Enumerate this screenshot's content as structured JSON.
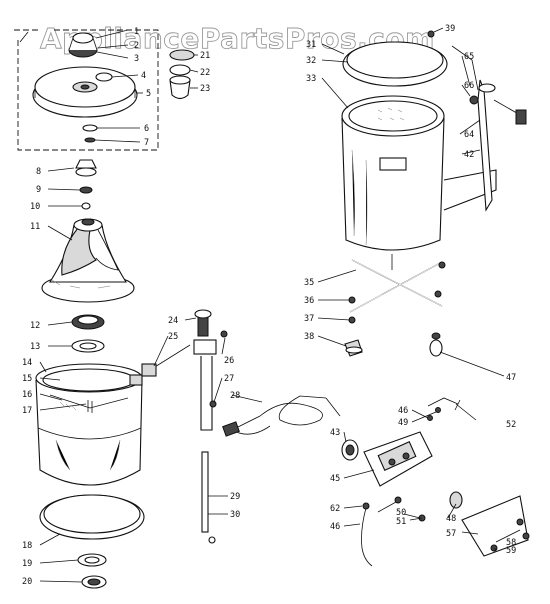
{
  "watermark": "AppliancePartsPros.com",
  "callouts": [
    {
      "id": "c1",
      "label": "1"
    },
    {
      "id": "c2",
      "label": "2"
    },
    {
      "id": "c3",
      "label": "3"
    },
    {
      "id": "c4",
      "label": "4"
    },
    {
      "id": "c5",
      "label": "5"
    },
    {
      "id": "c6",
      "label": "6"
    },
    {
      "id": "c7",
      "label": "7"
    },
    {
      "id": "c8",
      "label": "8"
    },
    {
      "id": "c9",
      "label": "9"
    },
    {
      "id": "c10",
      "label": "10"
    },
    {
      "id": "c11",
      "label": "11"
    },
    {
      "id": "c12",
      "label": "12"
    },
    {
      "id": "c13",
      "label": "13"
    },
    {
      "id": "c14",
      "label": "14"
    },
    {
      "id": "c15",
      "label": "15"
    },
    {
      "id": "c16",
      "label": "16"
    },
    {
      "id": "c17",
      "label": "17"
    },
    {
      "id": "c18",
      "label": "18"
    },
    {
      "id": "c19",
      "label": "19"
    },
    {
      "id": "c20",
      "label": "20"
    },
    {
      "id": "c21",
      "label": "21"
    },
    {
      "id": "c22",
      "label": "22"
    },
    {
      "id": "c23",
      "label": "23"
    },
    {
      "id": "c24",
      "label": "24"
    },
    {
      "id": "c25",
      "label": "25"
    },
    {
      "id": "c26",
      "label": "26"
    },
    {
      "id": "c27",
      "label": "27"
    },
    {
      "id": "c28",
      "label": "28"
    },
    {
      "id": "c29",
      "label": "29"
    },
    {
      "id": "c30",
      "label": "30"
    },
    {
      "id": "c31",
      "label": "31"
    },
    {
      "id": "c32",
      "label": "32"
    },
    {
      "id": "c33",
      "label": "33"
    },
    {
      "id": "c35",
      "label": "35"
    },
    {
      "id": "c36",
      "label": "36"
    },
    {
      "id": "c37",
      "label": "37"
    },
    {
      "id": "c38",
      "label": "38"
    },
    {
      "id": "c39",
      "label": "39"
    },
    {
      "id": "c42",
      "label": "42"
    },
    {
      "id": "c43",
      "label": "43"
    },
    {
      "id": "c45",
      "label": "45"
    },
    {
      "id": "c46a",
      "label": "46"
    },
    {
      "id": "c46b",
      "label": "46"
    },
    {
      "id": "c47",
      "label": "47"
    },
    {
      "id": "c48",
      "label": "48"
    },
    {
      "id": "c49",
      "label": "49"
    },
    {
      "id": "c50",
      "label": "50"
    },
    {
      "id": "c51",
      "label": "51"
    },
    {
      "id": "c52",
      "label": "52"
    },
    {
      "id": "c57",
      "label": "57"
    },
    {
      "id": "c58",
      "label": "58"
    },
    {
      "id": "c59",
      "label": "59"
    },
    {
      "id": "c62",
      "label": "62"
    },
    {
      "id": "c64",
      "label": "64"
    },
    {
      "id": "c65",
      "label": "65"
    },
    {
      "id": "c66",
      "label": "66"
    }
  ]
}
